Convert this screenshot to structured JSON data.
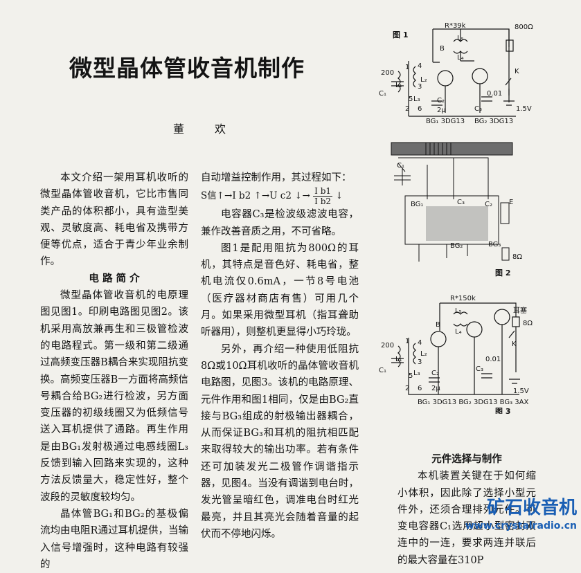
{
  "article": {
    "title": "微型晶体管收音机制作",
    "author": "董　欢"
  },
  "col1": {
    "intro": "本文介绍一架用耳机收听的微型晶体管收音机，它比市售同类产品的体积都小，具有造型美观、灵敏度高、耗电省及携带方便等优点，适合于青少年业余制作。",
    "section_heading": "电 路 简 介",
    "para1": "微型晶体管收音机的电原理图见图1。印刷电路图见图2。该机采用高放兼再生和三极管检波的电路程式。第一级和第二级通过高频变压器B耦合来实现阻抗变换。高频变压器B一方面将高频信号耦合给BG₂进行检波，另方面变压器的初级线圈又为低频信号送入耳机提供了通路。再生作用是由BG₁发射极通过电感线圈L₃反馈到输入回路来实现的，这种方法反馈量大，稳定性好，整个波段的灵敏度较均匀。",
    "para2": "晶体管BG₁和BG₂的基极偏流均由电阻R通过耳机提供，当输入信号增强时，这种电路有较强的"
  },
  "col2": {
    "para1": "自动增益控制作用，其过程如下：",
    "formula_left": "S信↑→I b2 ↑→U c2 ↓→",
    "formula_num": "I b1",
    "formula_den": "I b2",
    "formula_right": "↓",
    "para2": "电容器C₃是检波级滤波电容，兼作改善音质之用，不可省略。",
    "para3": "图1是配用阻抗为800Ω的耳机，其特点是音色好、耗电省，整机电流仅0.6mA，一节8号电池（医疗器材商店有售）可用几个月。如果采用微型耳机（指耳聋助听器用），则整机更显得小巧玲珑。",
    "para4": "另外，再介绍一种使用低阻抗8Ω或10Ω耳机收听的晶体管收音机电路图，见图3。该机的电路原理、元件作用和图1相同，仅是由BG₂直接与BG₃组成的射极输出器耦合，从而保证BG₃和耳机的阻抗相匹配来取得较大的输出功率。若有条件还可加装发光二极管作调谐指示器，见图4。当没有调谐到电台时，发光管呈暗红色，调准电台时红光最亮，并且其亮光会随着音量的起伏而不停地闪烁。"
  },
  "col3": {
    "section_heading": "元件选择与制作",
    "para1": "本机装置关键在于如何缩小体积，因此除了选择小型元件外，还须合理排列元件。可变电容器C₁选用超小型密封双连中的一连，要求两连并联后的最大容量在310P"
  },
  "fig1": {
    "label": "图 1",
    "r": "R*39k",
    "l4": "L₄",
    "l5": "L₅",
    "b": "B",
    "ear": "800Ω",
    "k": "K",
    "c2": "C₂",
    "c2v": "2μ",
    "c3": "C₃",
    "c3v": "0.01",
    "v": "1.5V",
    "c1": "C₁",
    "c1v": "200",
    "l1": "L₁",
    "l2": "L₂",
    "l3": "L₃",
    "n1": "1",
    "n2": "2",
    "n3": "3",
    "n4": "4",
    "n5": "5",
    "n6": "6",
    "bg1": "BG₁ 3DG13",
    "bg2": "BG₂ 3DG13"
  },
  "fig2": {
    "label": "图 2",
    "c1": "C₁",
    "c2": "C₂",
    "c3": "C₃",
    "bg1": "BG₁",
    "bg2": "BG₂",
    "bg3": "BG₃",
    "e": "E",
    "ohm": "8Ω"
  },
  "fig3": {
    "label": "图 3",
    "r": "R*150k",
    "l4": "L₄",
    "l5": "L₅",
    "b": "B",
    "ear": "耳塞",
    "ohm": "8Ω",
    "k": "K",
    "c1": "C₁",
    "c1v": "200",
    "c2": "C₂",
    "c2v": "2μ",
    "c3": "C₃",
    "c3v": "0.01",
    "v": "1.5V",
    "l1": "L₁",
    "l2": "L₂",
    "l3": "L₃",
    "n1": "1",
    "n2": "2",
    "n3": "3",
    "n4": "4",
    "n5": "5",
    "n6": "6",
    "bg": "BG₁ 3DG13 BG₂ 3DG13 BG₃ 3AX"
  },
  "watermark": {
    "name": "矿石收音机",
    "url": "www.crystalradio.cn",
    "color": "#1a5fb4"
  }
}
